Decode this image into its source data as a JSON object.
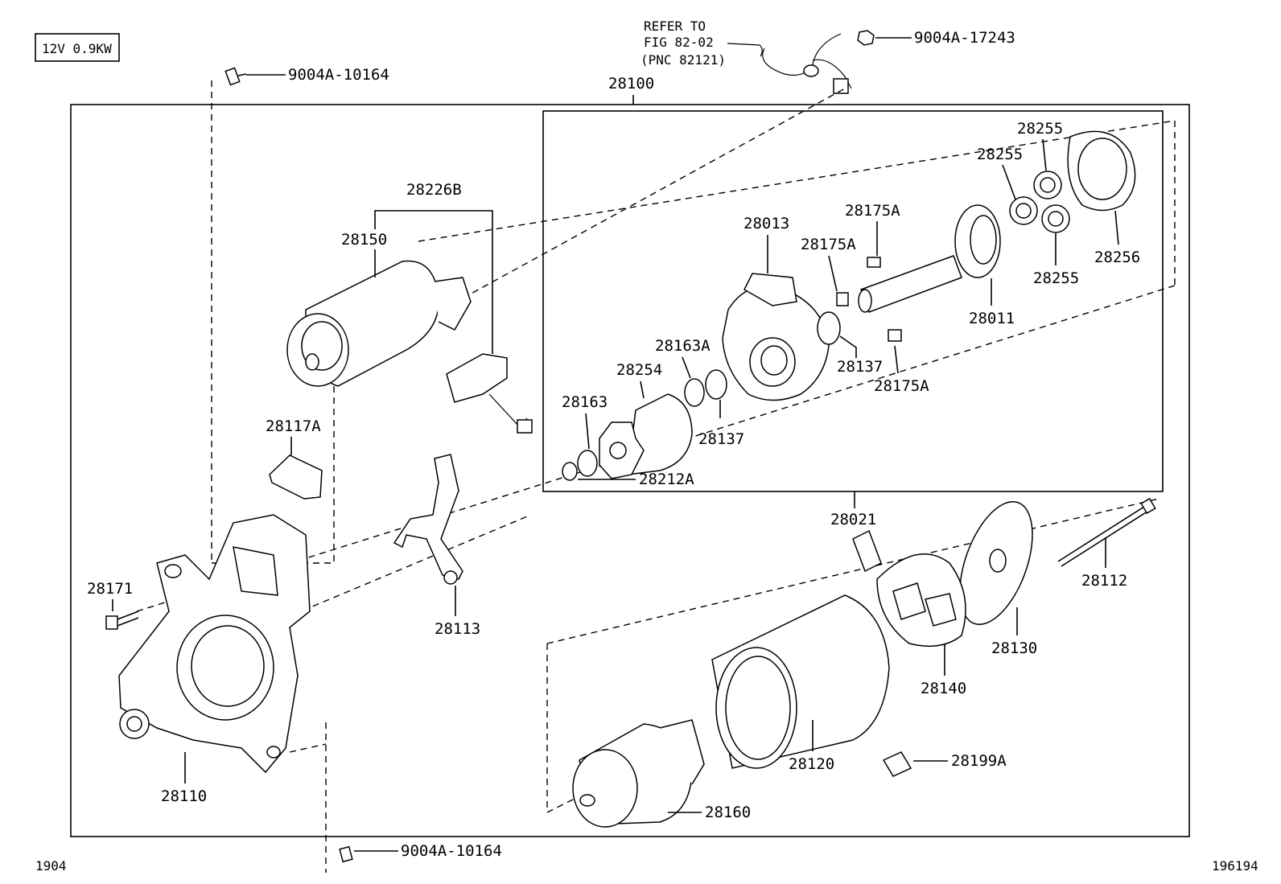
{
  "spec_label": "12V 0.9KW",
  "refer_note": {
    "line1": "REFER TO",
    "line2": "FIG 82-02",
    "line3": "(PNC 82121)"
  },
  "parts": {
    "bolt_top_left": "9004A-10164",
    "bolt_bottom": "9004A-10164",
    "nut_top_right": "9004A-17243",
    "assembly": "28100",
    "switch_assy": "28226B",
    "solenoid": "28150",
    "clutch_assy": "28013",
    "spacer_a1": "28175A",
    "spacer_a2": "28175A",
    "spacer_a3": "28175A",
    "gear_1": "28255",
    "gear_2": "28255",
    "gear_3": "28255",
    "internal_gear": "28256",
    "shaft": "28011",
    "ring_1": "28137",
    "ring_2": "28137",
    "snap_ring": "28163A",
    "pinion": "28254",
    "stop_collar": "28163",
    "snap_ring_2": "28212A",
    "bracket": "28117A",
    "lever": "28113",
    "housing": "28110",
    "stud": "28171",
    "planetary_kit": "28021",
    "end_frame": "28130",
    "through_bolt": "28112",
    "brush_holder": "28140",
    "yoke": "28120",
    "cap": "28199A",
    "armature": "28160"
  },
  "footer": {
    "left": "1904",
    "right": "196194"
  }
}
